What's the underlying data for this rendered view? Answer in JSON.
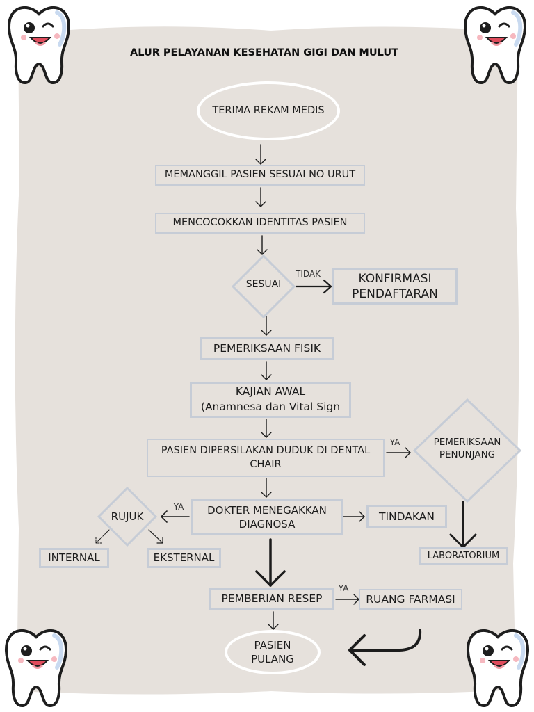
{
  "title": "ALUR PELAYANAN KESEHATAN GIGI DAN MULUT",
  "nodes": {
    "terima": "TERIMA REKAM MEDIS",
    "memanggil": "MEMANGGIL PASIEN SESUAI NO URUT",
    "mencocokkan": "MENCOCOKKAN IDENTITAS PASIEN",
    "sesuai": "SESUAI",
    "konfirmasi": "KONFIRMASI\nPENDAFTARAN",
    "pemeriksaan_fisik": "PEMERIKSAAN FISIK",
    "kajian": "KAJIAN AWAL\n(Anamnesa dan Vital Sign",
    "dental_chair": "PASIEN DIPERSILAKAN DUDUK DI DENTAL\nCHAIR",
    "penunjang": "PEMERIKSAAN\nPENUNJANG",
    "diagnosa": "DOKTER MENEGAKKAN\nDIAGNOSA",
    "rujuk": "RUJUK",
    "tindakan": "TINDAKAN",
    "internal": "INTERNAL",
    "eksternal": "EKSTERNAL",
    "laboratorium": "LABORATORIUM",
    "resep": "PEMBERIAN RESEP",
    "farmasi": "RUANG FARMASI",
    "pulang": "PASIEN\nPULANG"
  },
  "edge_labels": {
    "tidak": "TIDAK",
    "ya_penunjang": "YA",
    "ya_rujuk": "YA",
    "ya_farmasi": "YA"
  },
  "colors": {
    "paper": "#e6e1dc",
    "box_border": "#c6ccd6",
    "text": "#1c1c1c",
    "tooth_outline": "#1e1e1e",
    "tooth_shade": "#c9daf0"
  },
  "decorations": [
    "tooth-mascot-icon",
    "tooth-mascot-icon",
    "tooth-mascot-icon",
    "tooth-mascot-icon"
  ]
}
